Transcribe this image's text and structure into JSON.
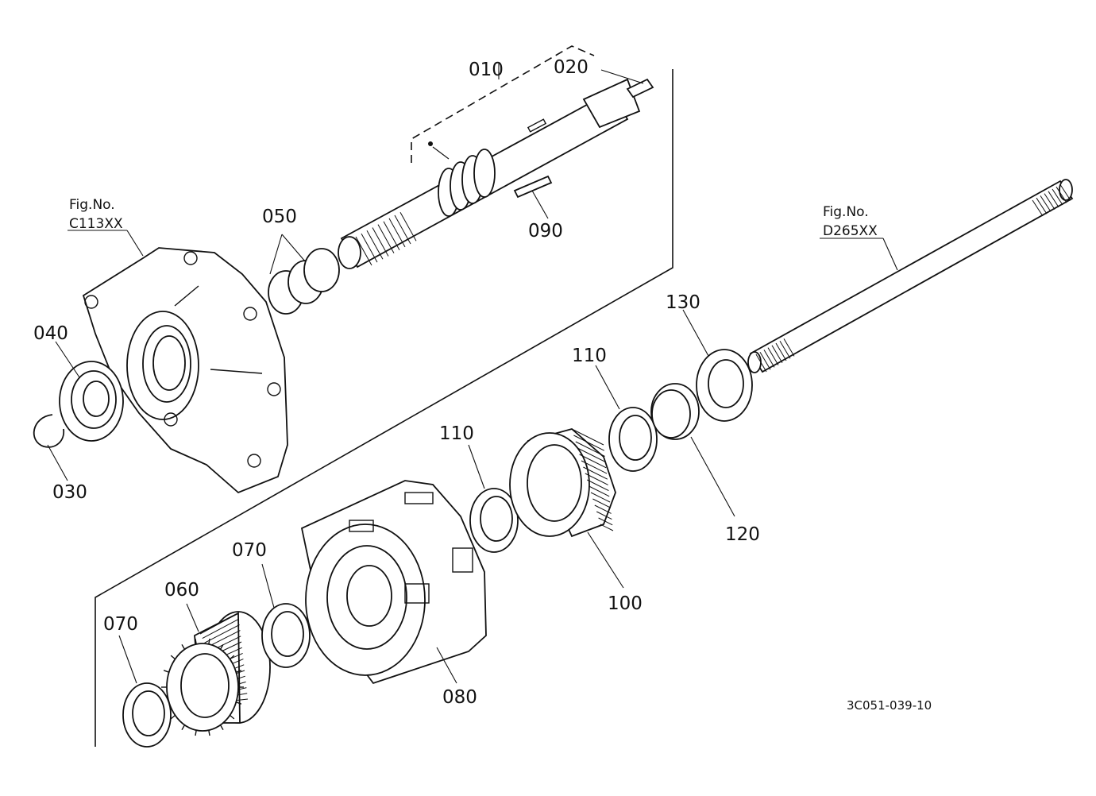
{
  "parts": {
    "p010": "010",
    "p020": "020",
    "p030": "030",
    "p040": "040",
    "p050": "050",
    "p060": "060",
    "p070a": "070",
    "p070b": "070",
    "p080": "080",
    "p090": "090",
    "p100": "100",
    "p110a": "110",
    "p110b": "110",
    "p120": "120",
    "p130": "130"
  },
  "references": {
    "left": {
      "prefix": "Fig.No.",
      "code": "C113XX"
    },
    "right": {
      "prefix": "Fig.No.",
      "code": "D265XX"
    }
  },
  "drawing_code": "3C051-039-10"
}
